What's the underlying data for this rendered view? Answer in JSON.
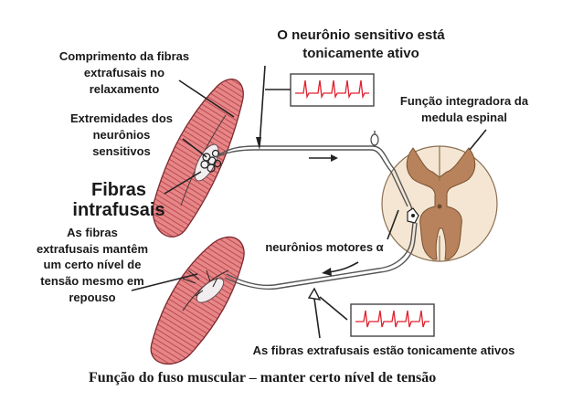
{
  "labels": {
    "sensory_active": [
      "O neurônio sensitivo está",
      "tonicamente ativo"
    ],
    "length_relaxation": [
      "Comprimento da fibras",
      "extrafusais no",
      "relaxamento"
    ],
    "sensory_endings": [
      "Extremidades dos",
      "neurônios",
      "sensitivos"
    ],
    "intrafusal": [
      "Fibras",
      "intrafusais"
    ],
    "integrating_function": [
      "Função integradora da",
      "medula espinal"
    ],
    "extrafusal_tension": [
      "As fibras",
      "extrafusais mantêm",
      "um certo nível de",
      "tensão mesmo em",
      "repouso"
    ],
    "motor_neurons": "neurônios motores α",
    "extrafusal_active": "As fibras extrafusais estão tonicamente ativos"
  },
  "caption": "Função do fuso muscular – manter certo nível de tensão",
  "colors": {
    "muscle_fill": "#e68687",
    "muscle_stripes": "#b03a44",
    "spinal_outer": "#f4e6d3",
    "spinal_grey": "#b8835c",
    "trace": "#e0202e",
    "nerve": "#555555"
  }
}
